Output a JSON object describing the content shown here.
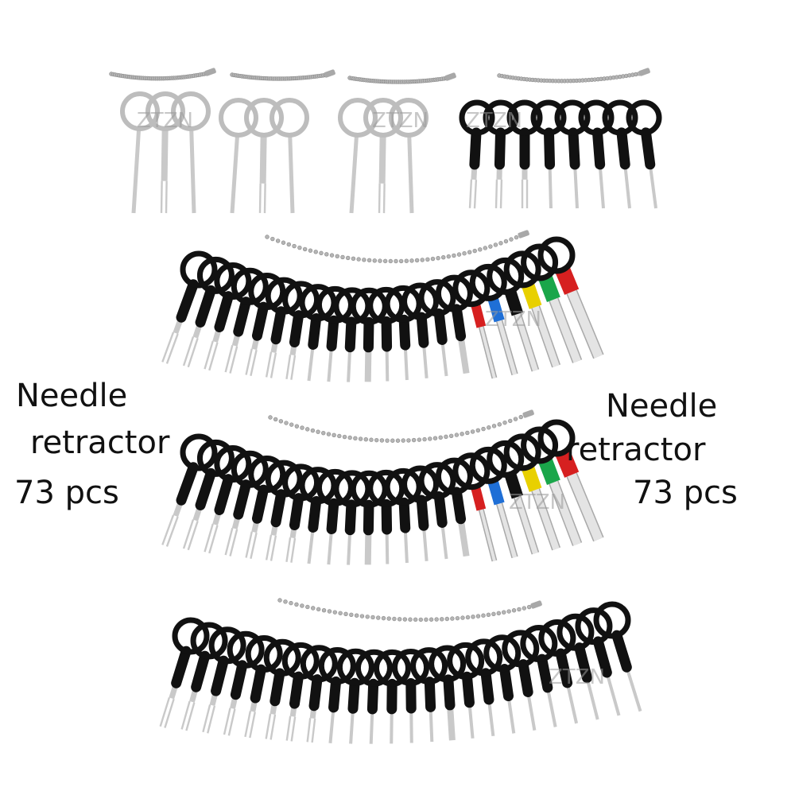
{
  "left_caption": {
    "line1": "Needle",
    "line2": "retractor",
    "line3": "73 pcs"
  },
  "right_caption": {
    "line1": "Needle",
    "line2": "retractor",
    "line3": "73 pcs"
  },
  "watermark": "ZTZN",
  "colors": {
    "handle_black": "#111111",
    "steel": "#c9c9c9",
    "silver_ring": "#bdbdbd",
    "sleeve_red": "#d62020",
    "sleeve_blue": "#1f6fd6",
    "sleeve_yellow": "#e8d000",
    "sleeve_green": "#1aa64a"
  }
}
